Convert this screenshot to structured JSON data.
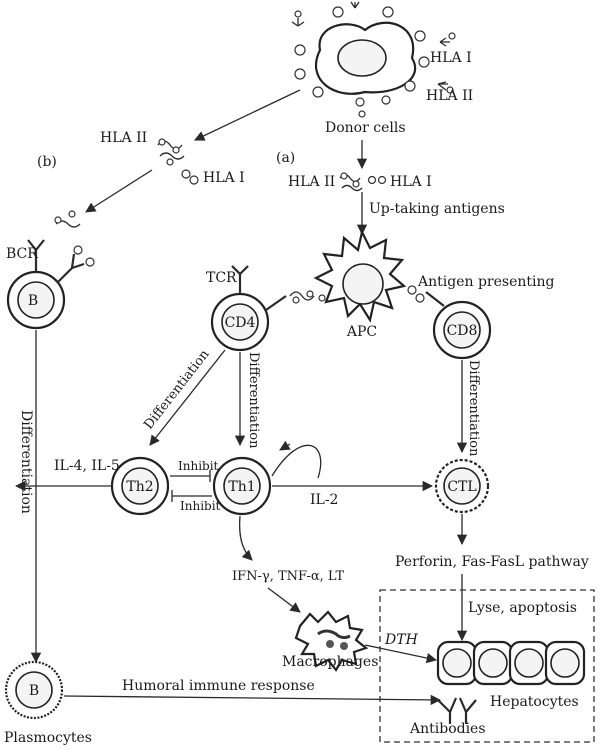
{
  "labels": {
    "hla_i_top": "HLA I",
    "hla_ii_top": "HLA II",
    "donor_cells": "Donor cells",
    "panel_b": "(b)",
    "panel_a": "(a)",
    "hla_ii_left": "HLA II",
    "hla_i_left": "HLA I",
    "hla_ii_mid": "HLA II",
    "hla_i_mid": "HLA I",
    "uptaking": "Up-taking antigens",
    "bcr": "BCR",
    "tcr": "TCR",
    "b_cell": "B",
    "cd4": "CD4",
    "apc": "APC",
    "antigen_presenting": "Antigen presenting",
    "cd8": "CD8",
    "diff_b": "Differentiation",
    "diff_cd4_left": "Differentiation",
    "diff_cd4_down": "Differentiation",
    "diff_cd8": "Differentiation",
    "il45": "IL-4, IL-5",
    "inhibit_top": "Inhibit",
    "inhibit_bottom": "Inhibit",
    "th2": "Th2",
    "th1": "Th1",
    "il2": "IL-2",
    "ctl": "CTL",
    "perforin": "Perforin, Fas-FasL pathway",
    "ifn": "IFN-γ, TNF-α, LT",
    "lyse": "Lyse, apoptosis",
    "dth": "DTH",
    "macrophages": "Macrophages",
    "hepatocytes": "Hepatocytes",
    "humoral": "Humoral immune response",
    "plasma_b": "B",
    "plasmocytes": "Plasmocytes",
    "antibodies": "Antibodies"
  }
}
